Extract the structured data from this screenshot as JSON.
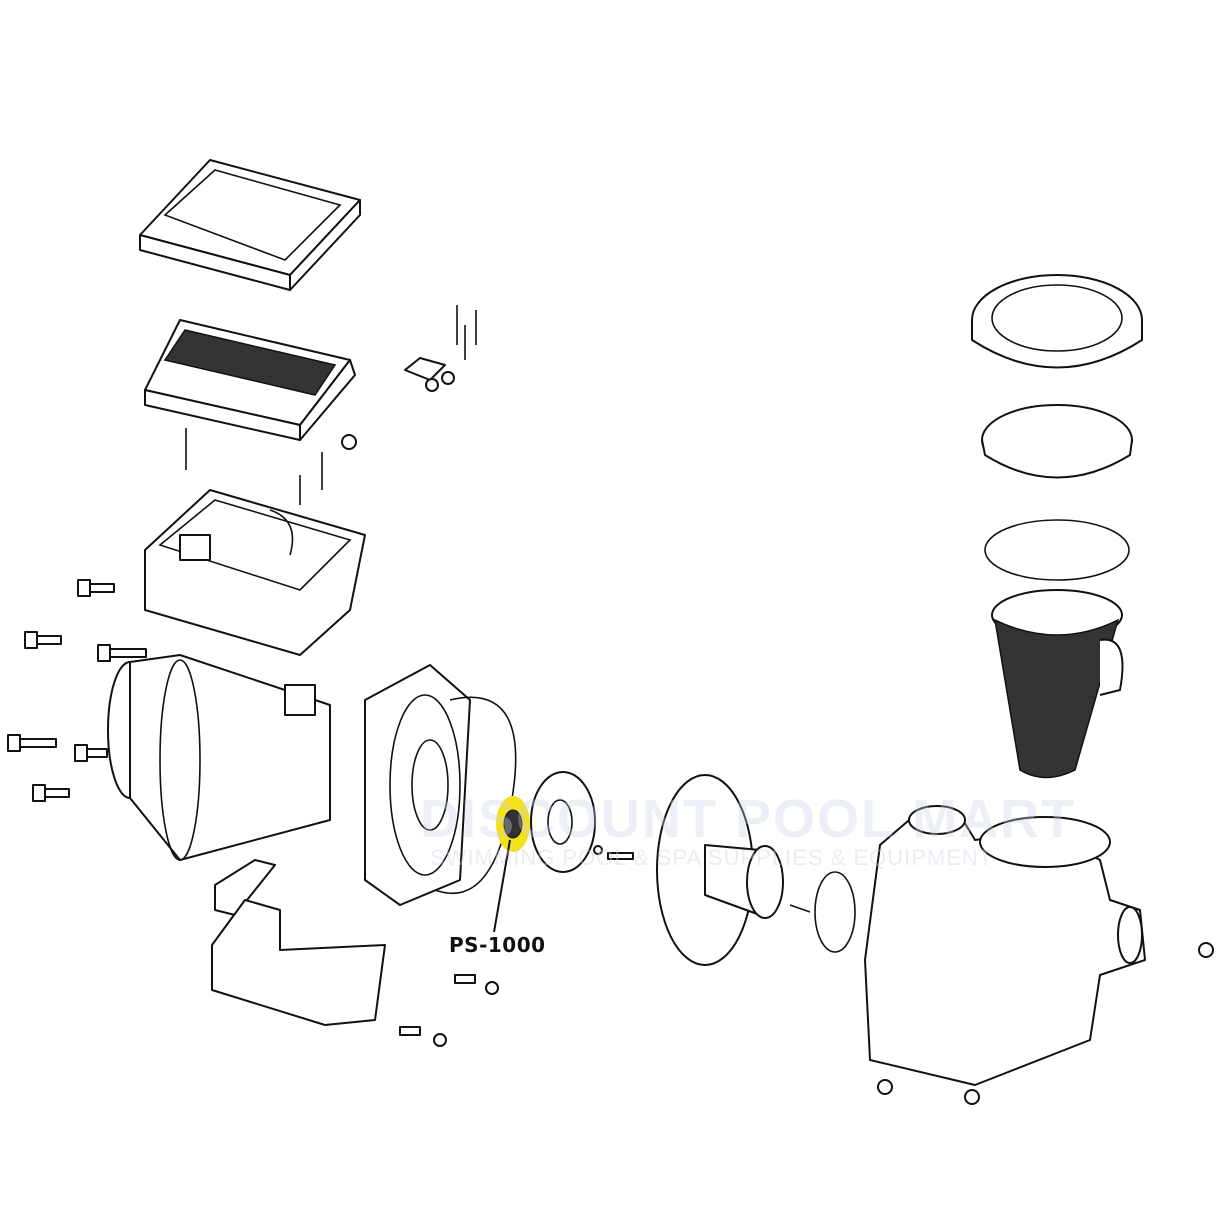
{
  "callout": {
    "part_number": "PS-1000",
    "highlight_color": "#f5e11a"
  },
  "watermark": {
    "brand": "DISCOUNT POOL MART",
    "tagline": "SWIMMING POOL & SPA SUPPLIES & EQUIPMENT"
  }
}
